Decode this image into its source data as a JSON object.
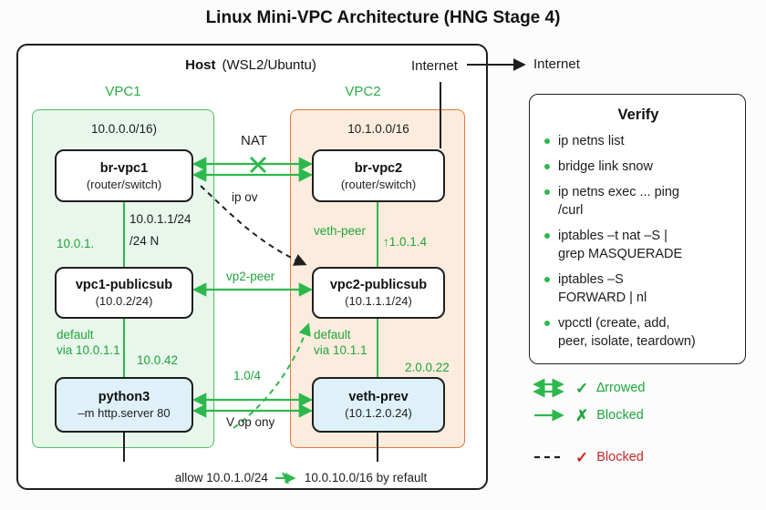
{
  "title": "Linux Mini-VPC Architecture (HNG Stage 4)",
  "host": {
    "name": "Host",
    "subtitle": "(WSL2/Ubuntu)",
    "internet_label": "Internet",
    "internet_external": "Internet"
  },
  "vpc1": {
    "label": "VPC1",
    "cidr": "10.0.0.0/16)",
    "bridge_name": "br-vpc1",
    "bridge_sub": "(router/switch)",
    "link_label_1": "10.0.1.1/24",
    "link_label_2": "10.0.1.",
    "link_label_3": "/24 N",
    "subnet_name": "vpc1-publicsub",
    "subnet_sub": "(10.0.2/24)",
    "route_line1": "default",
    "route_line2": "via 10.0.1.1",
    "route_ip": "10.0.42",
    "node_name": "python3",
    "node_sub": "–m http.server 80"
  },
  "vpc2": {
    "label": "VPC2",
    "cidr": "10.1.0.0/16",
    "bridge_name": "br-vpc2",
    "bridge_sub": "(router/switch)",
    "veth_label": "veth-peer",
    "link_ip": "↑1.0.1.4",
    "subnet_name": "vpc2-publicsub",
    "subnet_sub": "(10.1.1.1/24)",
    "route_line1": "default",
    "route_line2": "via 10.1.1",
    "route_ip": "2.0.0.22",
    "node_name": "veth-prev",
    "node_sub": "(10.1.2.0.24)"
  },
  "links": {
    "nat": "NAT",
    "ip_ov": "ip ov",
    "peer": "vp2-peer",
    "dashed": "1.0/4",
    "bottom": "V op ony",
    "allow_left": "allow 10.0.1.0/24",
    "allow_right": "10.0.10.0/16 by refault"
  },
  "verify": {
    "title": "Verify",
    "items": [
      "ip netns list",
      "bridge link snow",
      "ip netns exec ...  ping\n/curl",
      "iptables –t nat –S |\ngrep MASQUERADE",
      "iptables –S\nFORWARD | nl",
      "vpcctl (create, add,\npeer, isolate, teardown)"
    ]
  },
  "legend": {
    "allowed_label": "∆rrowed",
    "blocked_green_label": "Blocked",
    "blocked_red_label": "Blocked"
  },
  "icons": {
    "check": "✓",
    "cross": "✗"
  },
  "colors": {
    "green_text": "#1fa53c",
    "green_line": "#2db84d",
    "orange_border": "#e1783c",
    "red": "#c92a2a",
    "dark": "#1f1f1f",
    "vpc1_fill": "#e9f6ec",
    "vpc2_fill": "#fcecdd",
    "node_fill": "#def0f8"
  }
}
